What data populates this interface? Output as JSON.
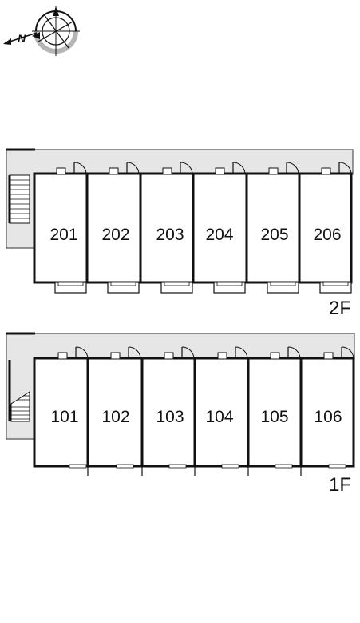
{
  "compass": {
    "north_label": "N"
  },
  "floors": [
    {
      "label": "2F",
      "units": [
        "201",
        "202",
        "203",
        "204",
        "205",
        "206"
      ]
    },
    {
      "label": "1F",
      "units": [
        "101",
        "102",
        "103",
        "104",
        "105",
        "106"
      ]
    }
  ],
  "colors": {
    "walkway": "#e3e3e3",
    "wall": "#111111",
    "stair": "#ffffff"
  }
}
